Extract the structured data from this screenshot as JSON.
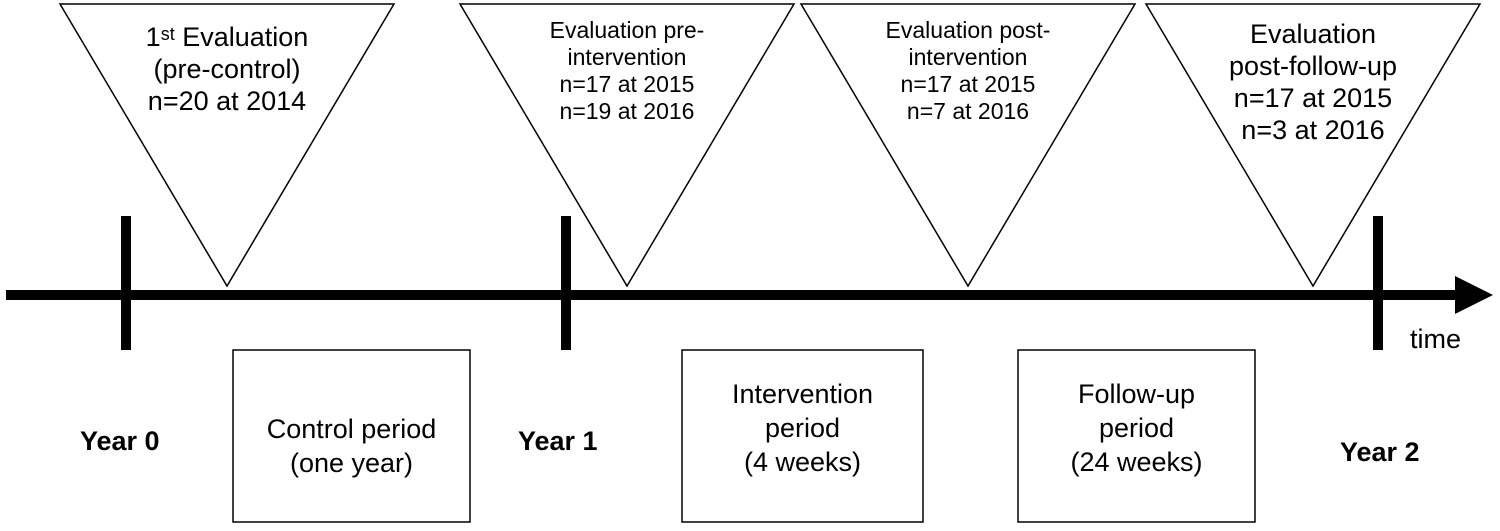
{
  "evaluations": [
    {
      "lines": [
        "1",
        "Evaluation",
        "(pre-control)",
        "n=20 at 2014"
      ],
      "ordinal_suffix": "st"
    },
    {
      "lines": [
        "Evaluation pre-",
        "intervention",
        "n=17 at 2015",
        "n=19 at 2016"
      ]
    },
    {
      "lines": [
        "Evaluation post-",
        "intervention",
        "n=17 at 2015",
        "n=7 at 2016"
      ]
    },
    {
      "lines": [
        "Evaluation",
        "post-follow-up",
        "n=17 at 2015",
        "n=3 at 2016"
      ]
    }
  ],
  "periods": [
    {
      "lines": [
        "Control period",
        "(one year)"
      ]
    },
    {
      "lines": [
        "Intervention",
        "period",
        "(4 weeks)"
      ]
    },
    {
      "lines": [
        "Follow-up",
        "period",
        "(24 weeks)"
      ]
    }
  ],
  "years": [
    "Year 0",
    "Year 1",
    "Year 2"
  ],
  "axis_label": "time",
  "colors": {
    "line": "#000000",
    "background": "#ffffff"
  }
}
